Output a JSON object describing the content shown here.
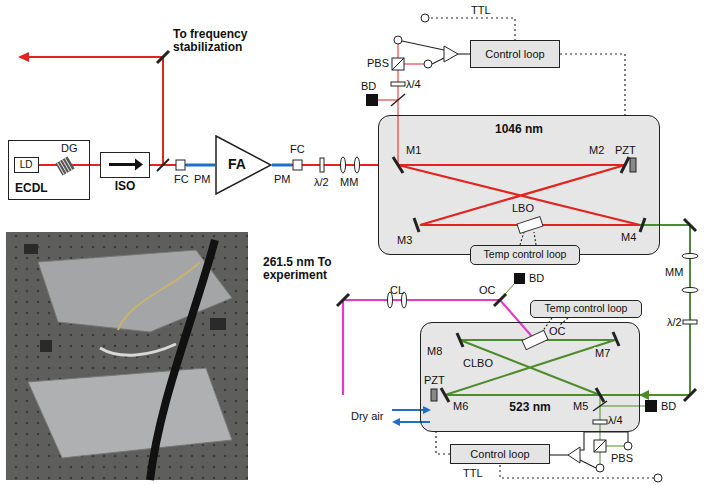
{
  "diagram": {
    "nodes": [
      {
        "text": [
          "ECDL"
        ]
      },
      {
        "text": [
          "LD"
        ],
        "in": 0
      },
      {
        "text": [
          "ISO"
        ]
      },
      {
        "text": [
          "FA"
        ]
      },
      {
        "text": [
          "Control loop"
        ]
      },
      {
        "text": [
          "1046 nm"
        ]
      },
      {
        "text": [
          "Temp control loop"
        ]
      },
      {
        "text": [
          "Temp control loop"
        ]
      },
      {
        "text": [
          "523 nm"
        ]
      },
      {
        "text": [
          "Control loop"
        ]
      }
    ],
    "edges": [
      {
        "from": 0,
        "to": 2,
        "arrow": "none"
      },
      {
        "from": 2,
        "to": 3,
        "arrow": "none"
      },
      {
        "from": 3,
        "to": 5,
        "arrow": "none"
      },
      {
        "from": 4,
        "to": 5,
        "arrow": "none"
      },
      {
        "from": 5,
        "to": 8,
        "arrow": "to"
      },
      {
        "from": 9,
        "to": 8,
        "arrow": "none"
      }
    ],
    "labels": [
      "To frequency stabilization",
      "DG",
      "FC",
      "PM",
      "PM",
      "FC",
      "λ/2",
      "MM",
      "BD",
      "PBS",
      "λ/4",
      "TTL",
      "M1",
      "M2",
      "LBO",
      "PZT",
      "M3",
      "M4",
      "MM",
      "λ/2",
      "261.5 nm To experiment",
      "CL",
      "OC",
      "BD",
      "OC",
      "M8",
      "M7",
      "CLBO",
      "PZT",
      "M6",
      "M5",
      "Dry air",
      "PBS",
      "λ/4",
      "BD",
      "TTL"
    ]
  }
}
